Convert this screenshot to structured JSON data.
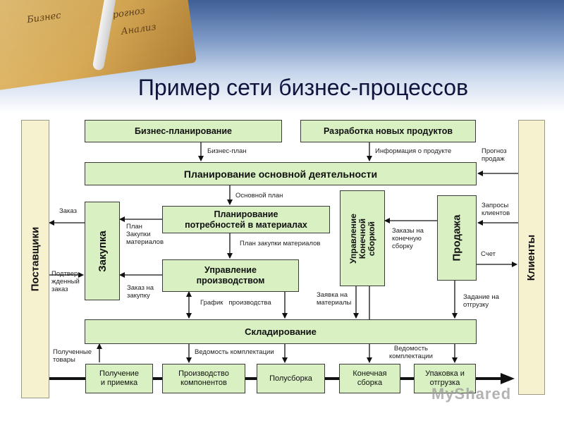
{
  "title": "Пример сети бизнес-процессов",
  "header_ink": [
    "Бизнес",
    "Прогноз",
    "Анализ"
  ],
  "sides": {
    "suppliers": "Поставщики",
    "clients": "Клиенты"
  },
  "boxes": {
    "business_planning": "Бизнес-планирование",
    "product_development": "Разработка новых продуктов",
    "main_planning": "Планирование основной деятельности",
    "mrp": "Планирование\nпотребностей в материалах",
    "purchasing": "Закупка",
    "production_mgmt": "Управление\nпроизводством",
    "assembly_mgmt": "Управление\nКонечной\nсборкой",
    "sales": "Продажа",
    "warehousing": "Складирование",
    "receiving": "Получение\nи приемка",
    "components": "Производство\nкомпонентов",
    "subassembly": "Полусборка",
    "final_assembly": "Конечная\nсборка",
    "packing": "Упаковка и\nотгрузка"
  },
  "labels": {
    "business_plan": "Бизнес-план",
    "product_info": "Информация о продукте",
    "sales_forecast": "Прогноз\nпродаж",
    "main_plan": "Основной план",
    "order": "Заказ",
    "purchase_plan": "План\nЗакупки\nматериалов",
    "material_plan": "План закупки материалов",
    "client_requests": "Запросы\nклиентов",
    "assembly_orders": "Заказы на\nконечную\nсборку",
    "confirmed_order": "Подтвер-\nжденный\nзаказ",
    "purchase_order": "Заказ на\nзакупку",
    "invoice": "Счет",
    "materials_request": "Заявка на\nматериалы",
    "shipping_task": "Задание на\nотгрузку",
    "production_schedule": "График   производства",
    "received_goods": "Полученные\nтовары",
    "kit_list_1": "Ведомость комплектации",
    "kit_list_2": "Ведомость\nкомплектации"
  },
  "watermark": "MyShared",
  "colors": {
    "box_fill": "#d8f0c2",
    "side_fill": "#f6f1cf",
    "line": "#111111"
  }
}
